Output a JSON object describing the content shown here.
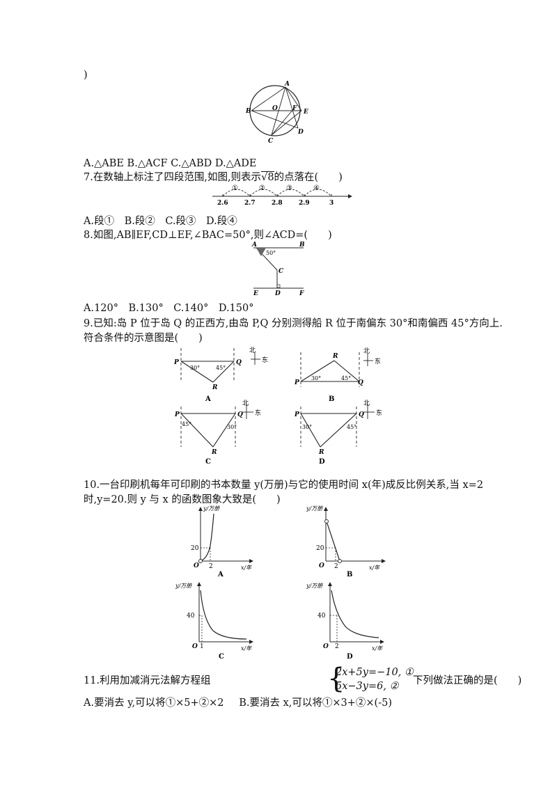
{
  "top_paren": ")",
  "q6": {
    "options": "A.△ABE B.△ACF C.△ABD D.△ADE",
    "figure": {
      "labels": [
        "A",
        "B",
        "O",
        "F",
        "E",
        "D",
        "C"
      ]
    }
  },
  "q7": {
    "stem_pre": "7.在数轴上标注了四段范围,如图,则表示",
    "stem_radical": "8",
    "stem_post": "的点落在(　　)",
    "ticks": [
      "2.6",
      "2.7",
      "2.8",
      "2.9",
      "3"
    ],
    "segments": [
      "①",
      "②",
      "③",
      "④"
    ],
    "options": [
      "A.段①",
      "B.段②",
      "C.段③",
      "D.段④"
    ]
  },
  "q8": {
    "stem": "8.如图,AB∥EF,CD⊥EF,∠BAC=50°,则∠ACD=(　　)",
    "labels": [
      "A",
      "B",
      "50°",
      "C",
      "E",
      "D",
      "F"
    ],
    "options": [
      "A.120°",
      "B.130°",
      "C.140°",
      "D.150°"
    ]
  },
  "q9": {
    "stem_line1": "9.已知:岛 P 位于岛 Q 的正西方,由岛 P,Q 分别测得船 R 位于南偏东 30°和南偏西 45°方向上.",
    "stem_line2": "符合条件的示意图是(　　)",
    "north": "北",
    "east": "东",
    "figA": {
      "p": "P",
      "q": "Q",
      "r": "R",
      "a1": "30°",
      "a2": "45°",
      "caption": "A"
    },
    "figB": {
      "p": "P",
      "q": "Q",
      "r": "R",
      "a1": "30°",
      "a2": "45°",
      "caption": "B"
    },
    "figC": {
      "p": "P",
      "q": "Q",
      "r": "R",
      "a1": "45°",
      "a2": "30°",
      "caption": "C"
    },
    "figD": {
      "p": "P",
      "q": "Q",
      "r": "R",
      "a1": "30°",
      "a2": "45°",
      "caption": "D"
    }
  },
  "q10": {
    "stem_line1": "10.一台印刷机每年可印刷的书本数量 y(万册)与它的使用时间 x(年)成反比例关系,当 x=2",
    "stem_line2": "时,y=20.则 y 与 x 的函数图象大致是(　　)",
    "y_axis": "y/万册",
    "x_axis": "x/年",
    "origin": "O",
    "graphA": {
      "y_tick": "20",
      "x_tick": "2",
      "caption": "A"
    },
    "graphB": {
      "y_tick": "20",
      "x_tick": "2",
      "caption": "B"
    },
    "graphC": {
      "y_tick": "40",
      "x_tick": "1",
      "caption": "C"
    },
    "graphD": {
      "y_tick": "40",
      "x_tick": "2",
      "caption": "D"
    }
  },
  "q11": {
    "stem_pre": "11.利用加减消元法解方程组",
    "eq1": "2x+5y=−10, ①",
    "eq2": "5x−3y=6, ②",
    "stem_post": "下列做法正确的是(　　)",
    "optA": "A.要消去 y,可以将①×5+②×2",
    "optB": "B.要消去 x,可以将①×3+②×(-5)"
  }
}
